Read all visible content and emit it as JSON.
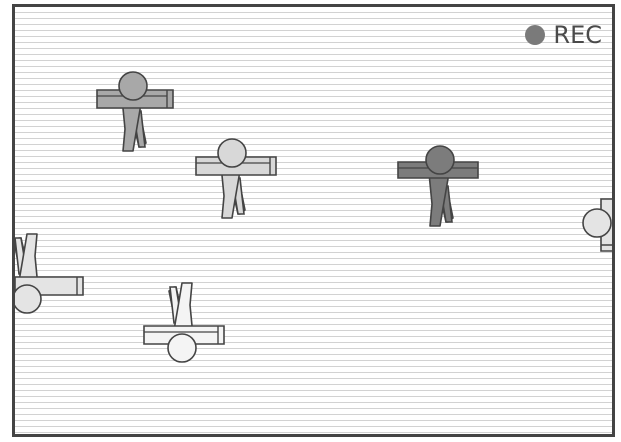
{
  "recording": {
    "label": "REC",
    "indicator_color": "#7a7a7a"
  },
  "figures": [
    {
      "id": "figure-1",
      "fill": "#a8a8a8"
    },
    {
      "id": "figure-2",
      "fill": "#d8d8d8"
    },
    {
      "id": "figure-3",
      "fill": "#7c7c7c"
    },
    {
      "id": "figure-4",
      "fill": "#e4e4e4"
    },
    {
      "id": "figure-5",
      "fill": "#f4f4f4"
    },
    {
      "id": "figure-6",
      "fill": "#e4e4e4"
    }
  ]
}
